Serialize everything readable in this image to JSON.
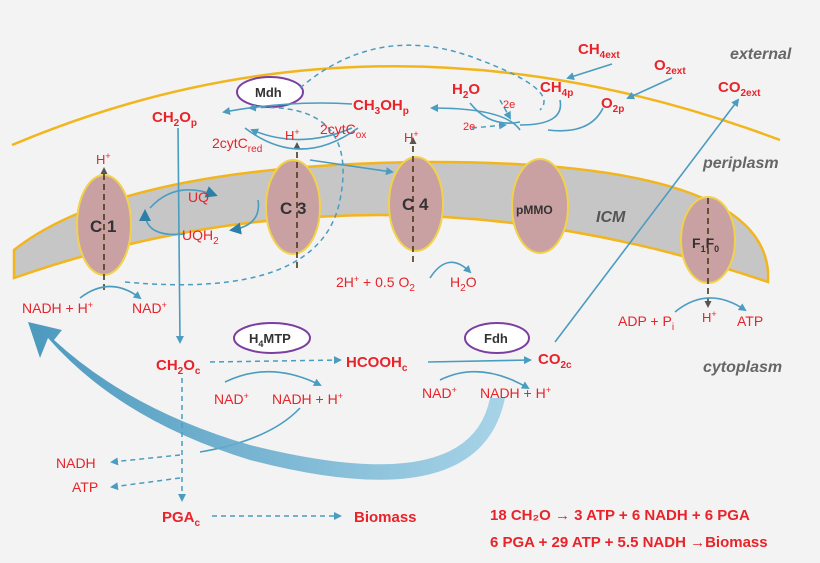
{
  "compartments": {
    "external": "external",
    "periplasm": "periplasm",
    "icm": "ICM",
    "cytoplasm": "cytoplasm"
  },
  "complexes": {
    "c1": "C 1",
    "c3": "C 3",
    "c4": "C 4",
    "pmmo": "pMMO",
    "f1f0_main": "F",
    "f1f0_sub1": "1",
    "f1f0_mid": "F",
    "f1f0_sub2": "0"
  },
  "enzymes": {
    "mdh": "Mdh",
    "h4mtp": "H",
    "h4mtp_sub": "4",
    "h4mtp_rest": "MTP",
    "fdh": "Fdh"
  },
  "species": {
    "ch4ext": "CH",
    "ch4ext_sub": "4ext",
    "o2ext": "O",
    "o2ext_sub": "2ext",
    "co2ext": "CO",
    "co2ext_sub": "2ext",
    "ch4p": "CH",
    "ch4p_sub": "4p",
    "o2p": "O",
    "o2p_sub": "2p",
    "h2o_top": "H",
    "h2o_top_sub": "2",
    "h2o_top_rest": "O",
    "ch3ohp_a": "CH",
    "ch3ohp_sub1": "3",
    "ch3ohp_b": "OH",
    "ch3ohp_sub2": "p",
    "ch2op": "CH",
    "ch2op_sub1": "2",
    "ch2op_b": "O",
    "ch2op_sub2": "p",
    "cytred": "2cytC",
    "cytred_sub": "red",
    "cytox": "2cytC",
    "cytox_sub": "ox",
    "h_c3": "H",
    "h_c1": "H",
    "h_c4": "H",
    "sup_plus": "+",
    "e1": "2e",
    "e2": "2e",
    "uq": "UQ",
    "uqh2": "UQH",
    "uqh2_sub": "2",
    "c4_reactant": "2H",
    "c4_reactant_b": " + 0.5 O",
    "c4_reactant_sub": "2",
    "c4_product": "H",
    "c4_product_sub": "2",
    "c4_product_b": "O",
    "nadh_h_c1": "NADH + H",
    "nad_c1": "NAD",
    "adp": "ADP + P",
    "adp_sub": "i",
    "h_f": "H",
    "atp_f": "ATP",
    "ch2oc": "CH",
    "ch2oc_sub1": "2",
    "ch2oc_b": "O",
    "ch2oc_sub2": "c",
    "hcooh": "HCOOH",
    "hcooh_sub": "c",
    "co2c": "CO",
    "co2c_sub": "2c",
    "nad_h4": "NAD",
    "nadh_h4": "NADH + H",
    "nad_fdh": "NAD",
    "nadh_fdh": "NADH + H",
    "nadh_left": "NADH",
    "atp_left": "ATP",
    "pga": "PGA",
    "pga_sub": "c",
    "biomass": "Biomass"
  },
  "equations": {
    "eq1": "18 CH₂O → 3 ATP + 6 NADH + 6 PGA",
    "eq2": "6 PGA + 29 ATP + 5.5 NADH →Biomass"
  },
  "colors": {
    "red": "#e8232a",
    "membrane_grey": "#c6c6c6",
    "membrane_outline": "#f2b51c",
    "complex_fill": "#caa1a2",
    "flow_blue": "#4a9cc0",
    "enzyme_border": "#7a3fa0"
  }
}
